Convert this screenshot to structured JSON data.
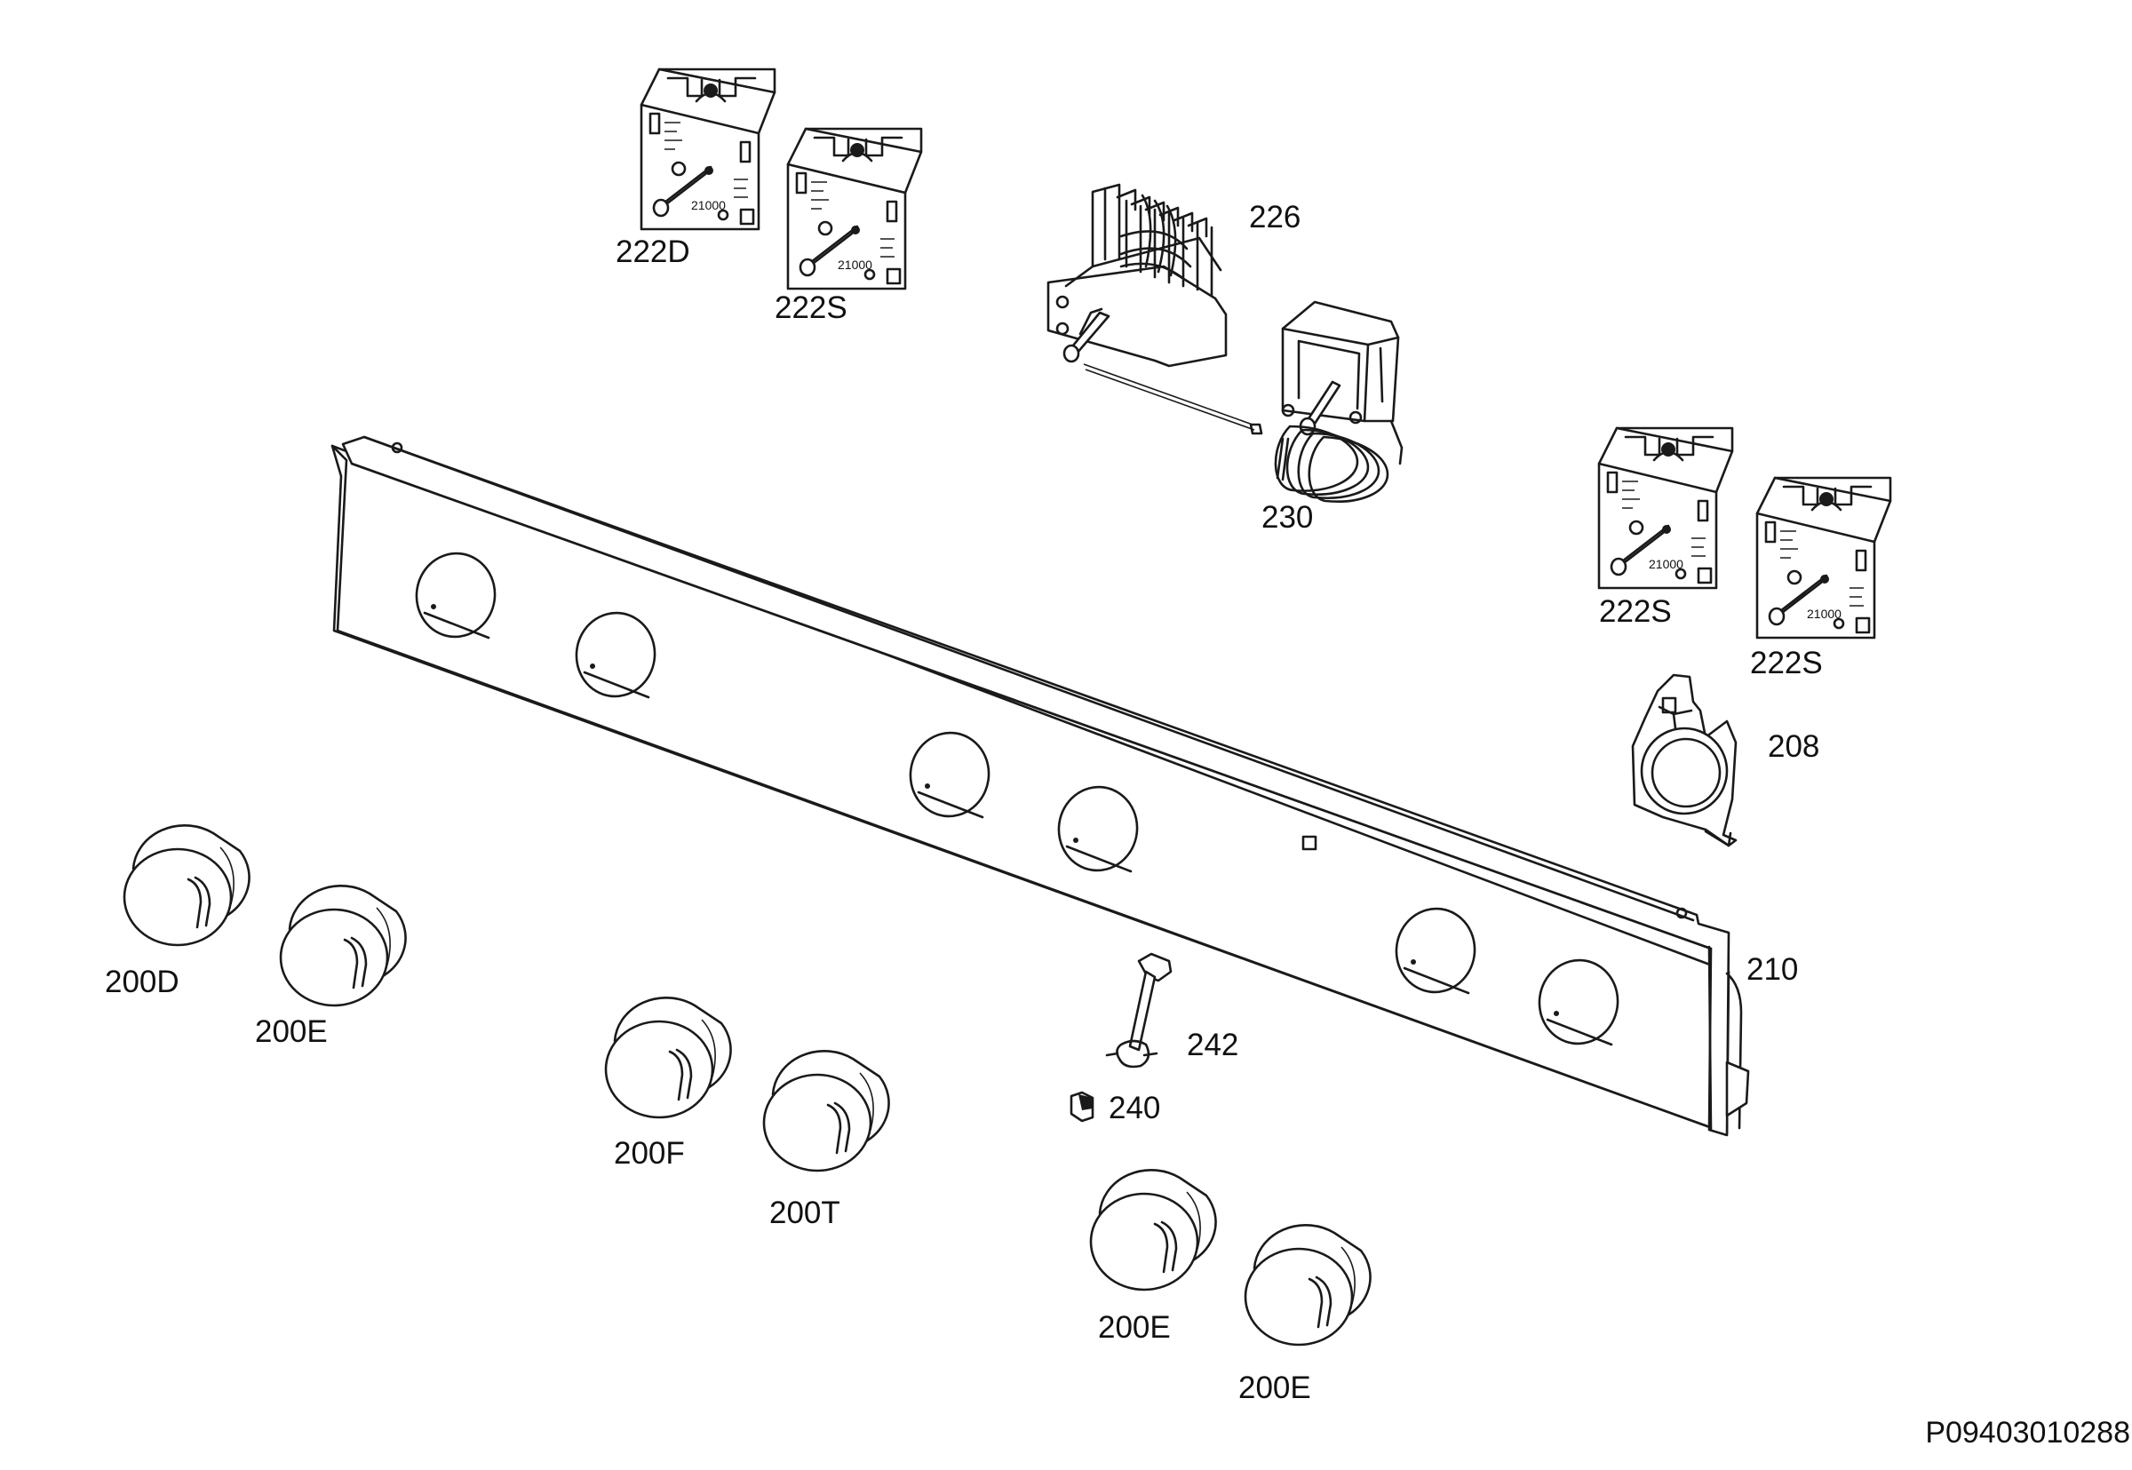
{
  "parts": {
    "p200D": "200D",
    "p200E_a": "200E",
    "p200F": "200F",
    "p200T": "200T",
    "p200E_b": "200E",
    "p200E_c": "200E",
    "p208": "208",
    "p210": "210",
    "p222D": "222D",
    "p222S_a": "222S",
    "p222S_b": "222S",
    "p222S_c": "222S",
    "p226": "226",
    "p230": "230",
    "p240": "240",
    "p242": "242"
  },
  "drawing_code": "P09403010288",
  "component_marking": "21000",
  "colors": {
    "line": "#1a1a1a",
    "background": "#ffffff"
  }
}
